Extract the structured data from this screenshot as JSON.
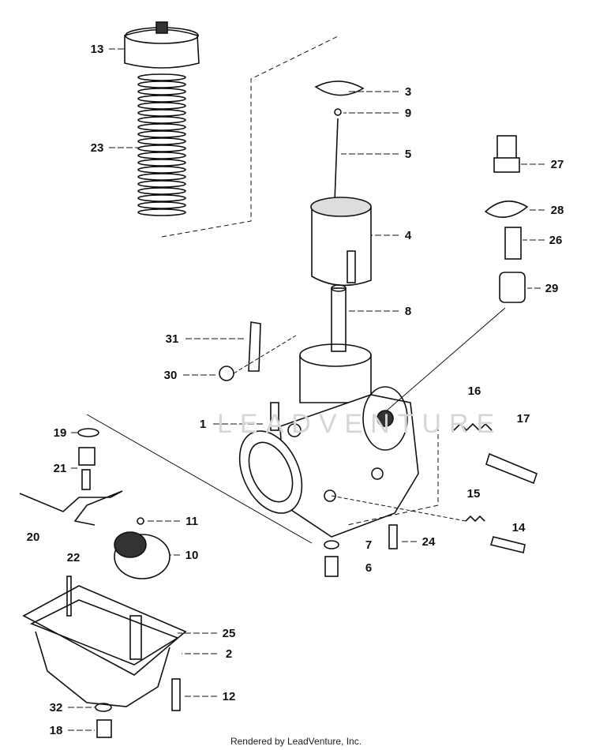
{
  "watermark": "LEADVENTURE",
  "footer": "Rendered by LeadVenture, Inc.",
  "callouts": [
    {
      "n": "13"
    },
    {
      "n": "23"
    },
    {
      "n": "3"
    },
    {
      "n": "9"
    },
    {
      "n": "5"
    },
    {
      "n": "4"
    },
    {
      "n": "8"
    },
    {
      "n": "27"
    },
    {
      "n": "28"
    },
    {
      "n": "26"
    },
    {
      "n": "29"
    },
    {
      "n": "31"
    },
    {
      "n": "30"
    },
    {
      "n": "1"
    },
    {
      "n": "16"
    },
    {
      "n": "17"
    },
    {
      "n": "15"
    },
    {
      "n": "14"
    },
    {
      "n": "19"
    },
    {
      "n": "21"
    },
    {
      "n": "20"
    },
    {
      "n": "22"
    },
    {
      "n": "11"
    },
    {
      "n": "10"
    },
    {
      "n": "7"
    },
    {
      "n": "24"
    },
    {
      "n": "6"
    },
    {
      "n": "25"
    },
    {
      "n": "2"
    },
    {
      "n": "12"
    },
    {
      "n": "32"
    },
    {
      "n": "18"
    }
  ]
}
